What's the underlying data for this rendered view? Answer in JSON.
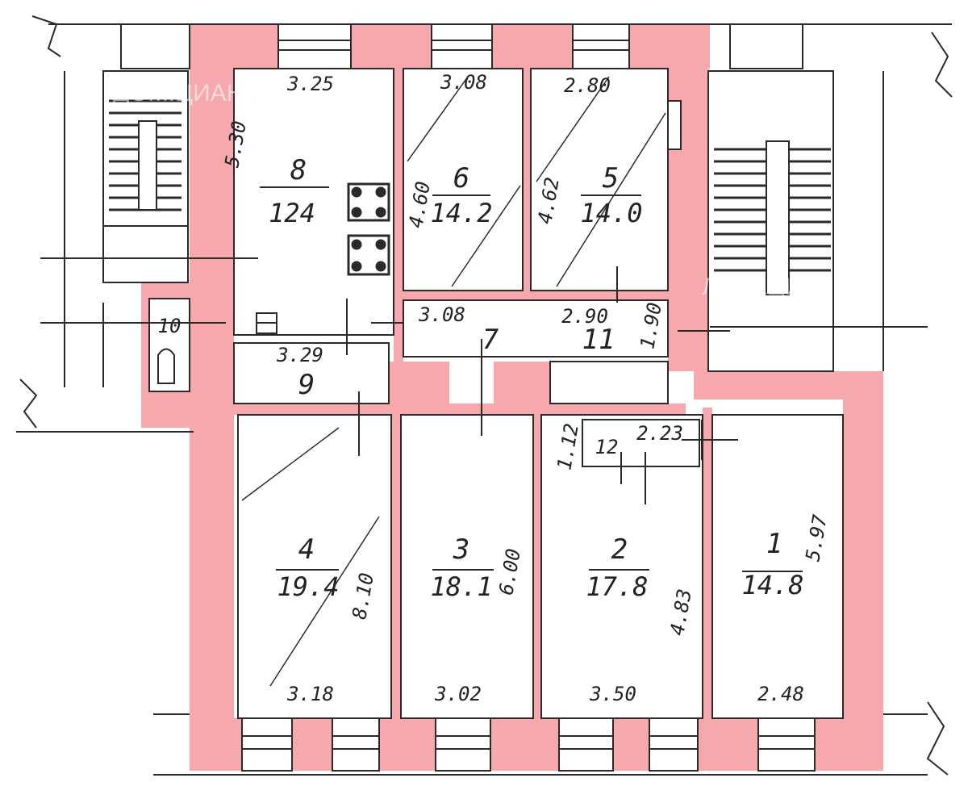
{
  "colors": {
    "wall_fill": "#f6a8ac",
    "line": "#2a2a2a",
    "background": "#ffffff"
  },
  "rooms": [
    {
      "id": "room-1",
      "number": "1",
      "area": "14.8",
      "dims": [
        "5.97",
        "2.48"
      ]
    },
    {
      "id": "room-2",
      "number": "2",
      "area": "17.8",
      "dims": [
        "4.83",
        "3.50"
      ]
    },
    {
      "id": "room-3",
      "number": "3",
      "area": "18.1",
      "dims": [
        "6.00",
        "3.02"
      ]
    },
    {
      "id": "room-4",
      "number": "4",
      "area": "19.4",
      "dims": [
        "8.10",
        "3.18"
      ]
    },
    {
      "id": "room-5",
      "number": "5",
      "area": "14.0",
      "dims": [
        "2.80",
        "4.62"
      ]
    },
    {
      "id": "room-6",
      "number": "6",
      "area": "14.2",
      "dims": [
        "3.08",
        "4.60"
      ]
    },
    {
      "id": "room-7",
      "number": "7",
      "area": "",
      "dims": [
        "3.08"
      ]
    },
    {
      "id": "room-8",
      "number": "8",
      "area": "124",
      "dims": [
        "3.25",
        "5.30"
      ]
    },
    {
      "id": "room-9",
      "number": "9",
      "area": "",
      "dims": [
        "3.29"
      ]
    },
    {
      "id": "room-10",
      "number": "10",
      "area": "",
      "dims": []
    },
    {
      "id": "room-11",
      "number": "11",
      "area": "",
      "dims": [
        "2.90",
        "1.90"
      ]
    },
    {
      "id": "room-12",
      "number": "12",
      "area": "",
      "dims": [
        "2.23",
        "1.12"
      ]
    }
  ],
  "watermarks": [
    "ДОМ.ЦИАН",
    "ЛОКАЦИЯ"
  ],
  "icons": [
    "stove-icon",
    "sink-icon",
    "toilet-icon"
  ]
}
